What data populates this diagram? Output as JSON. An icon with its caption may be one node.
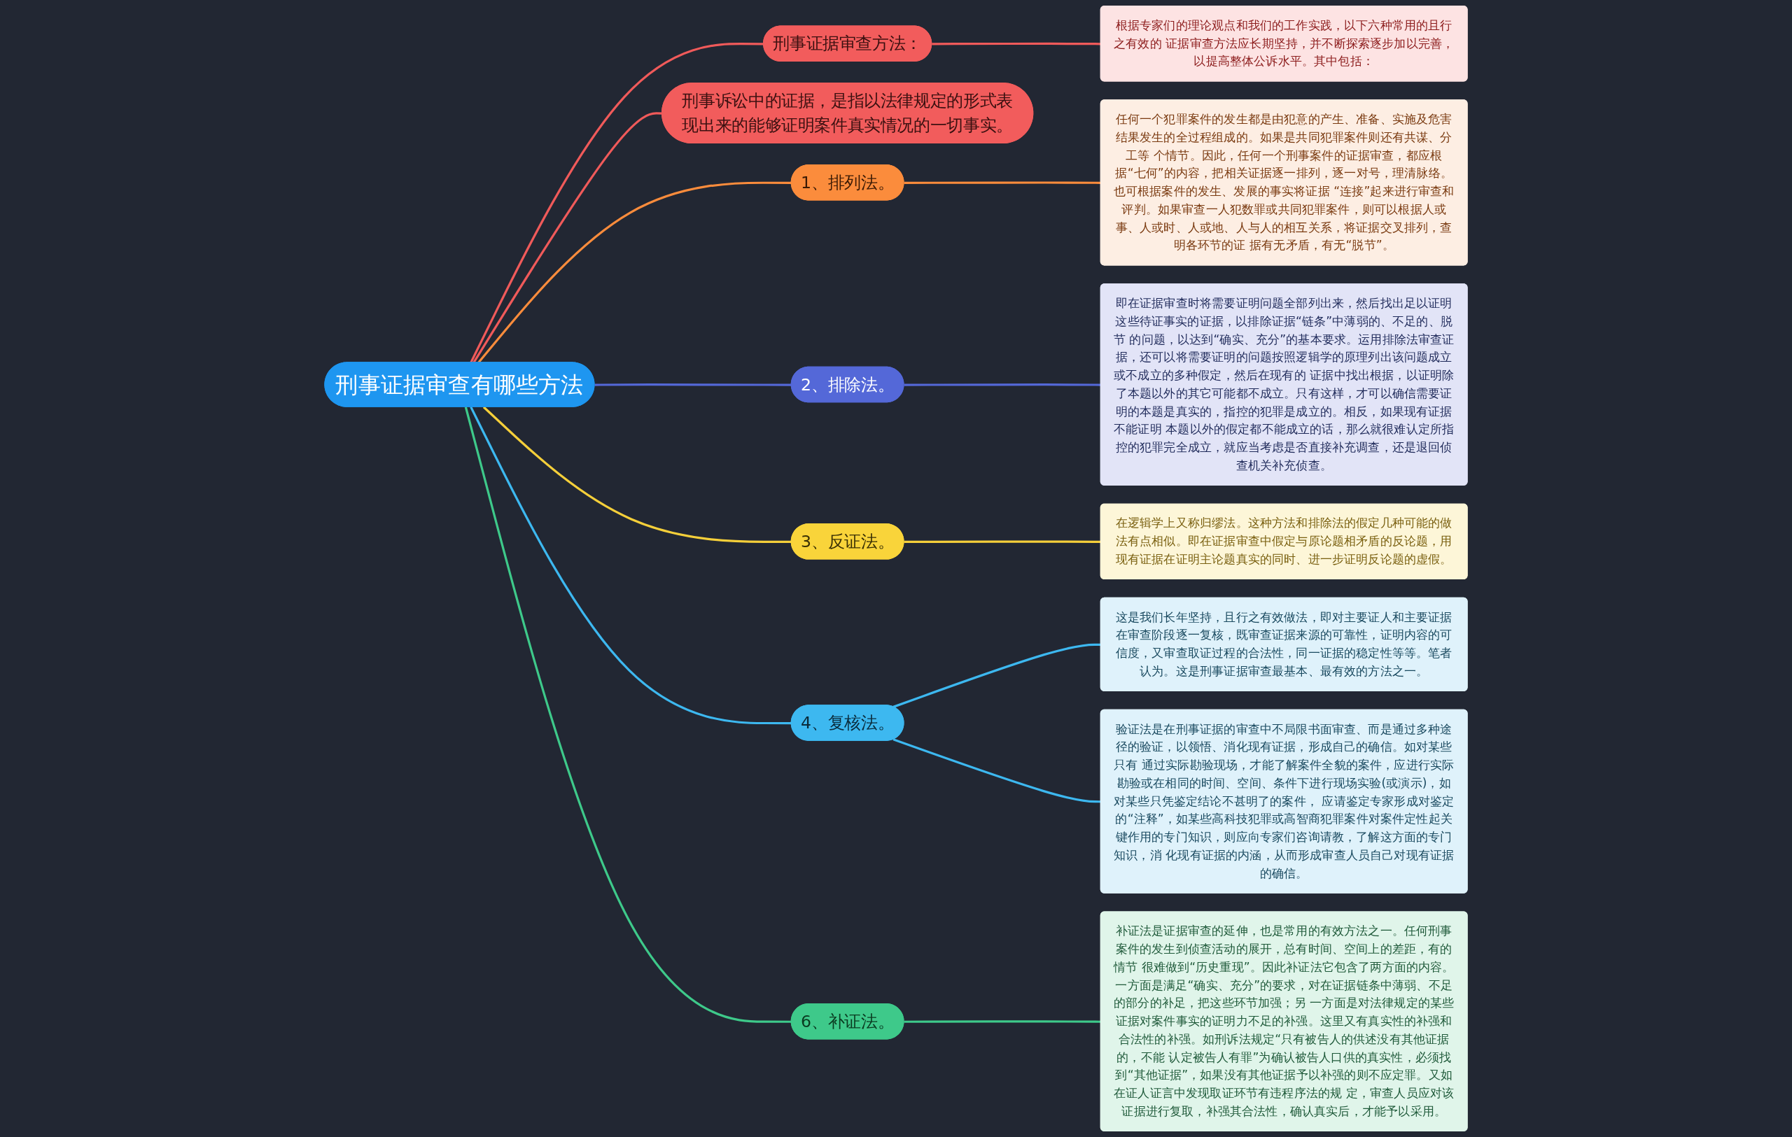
{
  "diagram": {
    "nodes": [
      {
        "text": [
          "刑事证据审查有哪些方法"
        ]
      },
      {
        "text": [
          "刑事证据审查方法："
        ]
      },
      {
        "text": [
          "根据专家们的理论观点和我们的工作实践，以下六种常用的且行之有效的 证据审查方法应长期坚持，并不断探索逐步加以完善，以提高整体公诉水平。其中包括："
        ]
      },
      {
        "text": [
          "刑事诉讼中的证据，是指以法律规定的形式表现出来的能够证明案件真实情况的一切事实。"
        ]
      },
      {
        "text": [
          "1、排列法。"
        ]
      },
      {
        "text": [
          "任何一个犯罪案件的发生都是由犯意的产生、准备、实施及危害结果发生的全过程组成的。如果是共同犯罪案件则还有共谋、分工等 个情节。因此，任何一个刑事案件的证据审查，都应根据“七何”的内容，把相关证据逐一排列，逐一对号，理清脉络。也可根据案件的发生、发展的事实将证据 “连接”起来进行审查和评判。如果审查一人犯数罪或共同犯罪案件，则可以根据人或事、人或时、人或地、人与人的相互关系，将证据交叉排列，查明各环节的证 据有无矛盾，有无“脱节”。"
        ]
      },
      {
        "text": [
          "2、排除法。"
        ]
      },
      {
        "text": [
          "即在证据审查时将需要证明问题全部列出来，然后找出足以证明这些待证事实的证据，以排除证据“链条”中薄弱的、不足的、脱节 的问题，以达到“确实、充分”的基本要求。运用排除法审查证据，还可以将需要证明的问题按照逻辑学的原理列出该问题成立或不成立的多种假定，然后在现有的 证据中找出根据，以证明除了本题以外的其它可能都不成立。只有这样，才可以确信需要证明的本题是真实的，指控的犯罪是成立的。相反，如果现有证据不能证明 本题以外的假定都不能成立的话，那么就很难认定所指控的犯罪完全成立，就应当考虑是否直接补充调查，还是退回侦查机关补充侦查。"
        ]
      },
      {
        "text": [
          "3、反证法。"
        ]
      },
      {
        "text": [
          "在逻辑学上又称归缪法。这种方法和排除法的假定几种可能的做法有点相似。即在证据审查中假定与原论题相矛盾的反论题，用现有证据在证明主论题真实的同时、进一步证明反论题的虚假。"
        ]
      },
      {
        "text": [
          "4、复核法。"
        ]
      },
      {
        "text": [
          "这是我们长年坚持，且行之有效做法，即对主要证人和主要证据在审查阶段逐一复核，既审查证据来源的可靠性，证明内容的可信度，又审查取证过程的合法性，同一证据的稳定性等等。笔者认为。这是刑事证据审查最基本、最有效的方法之一。"
        ]
      },
      {
        "text": [
          "验证法是在刑事证据的审查中不局限书面审查、而是通过多种途径的验证，以领悟、消化现有证据，形成自己的确信。如对某些只有 通过实际勘验现场，才能了解案件全貌的案件，应进行实际勘验或在相同的时间、空间、条件下进行现场实验(或演示)，如对某些只凭鉴定结论不甚明了的案件， 应请鉴定专家形成对鉴定的“注释”，如某些高科技犯罪或高智商犯罪案件对案件定性起关键作用的专门知识，则应向专家们咨询请教，了解这方面的专门知识，消 化现有证据的内涵，从而形成审查人员自己对现有证据的确信。"
        ]
      },
      {
        "text": [
          "6、补证法。"
        ]
      },
      {
        "text": [
          "补证法是证据审查的延伸，也是常用的有效方法之一。任何刑事案件的发生到侦查活动的展开，总有时间、空间上的差距，有的情节 很难做到“历史重现”。因此补证法它包含了两方面的内容。一方面是满足“确实、充分”的要求，对在证据链条中薄弱、不足的部分的补足，把这些环节加强；另 一方面是对法律规定的某些证据对案件事实的证明力不足的补强。这里又有真实性的补强和合法性的补强。如刑诉法规定“只有被告人的供述没有其他证据的，不能 认定被告人有罪”为确认被告人口供的真实性，必须找到“其他证据”，如果没有其他证据予以补强的则不应定罪。又如在证人证言中发现取证环节有违程序法的规 定，审查人员应对该证据进行复取，补强其合法性，确认真实后，才能予以采用。"
        ]
      }
    ],
    "edges": [
      {
        "from": 0,
        "to": 1,
        "arrow": "none",
        "color": "#f05a5a"
      },
      {
        "from": 1,
        "to": 2,
        "arrow": "none",
        "color": "#f05a5a"
      },
      {
        "from": 0,
        "to": 3,
        "arrow": "none",
        "color": "#f05a5a"
      },
      {
        "from": 0,
        "to": 4,
        "arrow": "none",
        "color": "#fb8c3c"
      },
      {
        "from": 4,
        "to": 5,
        "arrow": "none",
        "color": "#fb8c3c"
      },
      {
        "from": 0,
        "to": 6,
        "arrow": "none",
        "color": "#5468d8"
      },
      {
        "from": 6,
        "to": 7,
        "arrow": "none",
        "color": "#5468d8"
      },
      {
        "from": 0,
        "to": 8,
        "arrow": "none",
        "color": "#f5cf3a"
      },
      {
        "from": 8,
        "to": 9,
        "arrow": "none",
        "color": "#f5cf3a"
      },
      {
        "from": 0,
        "to": 10,
        "arrow": "none",
        "color": "#3db8f0"
      },
      {
        "from": 10,
        "to": 11,
        "arrow": "none",
        "color": "#3db8f0"
      },
      {
        "from": 10,
        "to": 12,
        "arrow": "none",
        "color": "#3db8f0"
      },
      {
        "from": 0,
        "to": 13,
        "arrow": "none",
        "color": "#3ec98a"
      },
      {
        "from": 13,
        "to": 14,
        "arrow": "none",
        "color": "#3ec98a"
      }
    ]
  }
}
